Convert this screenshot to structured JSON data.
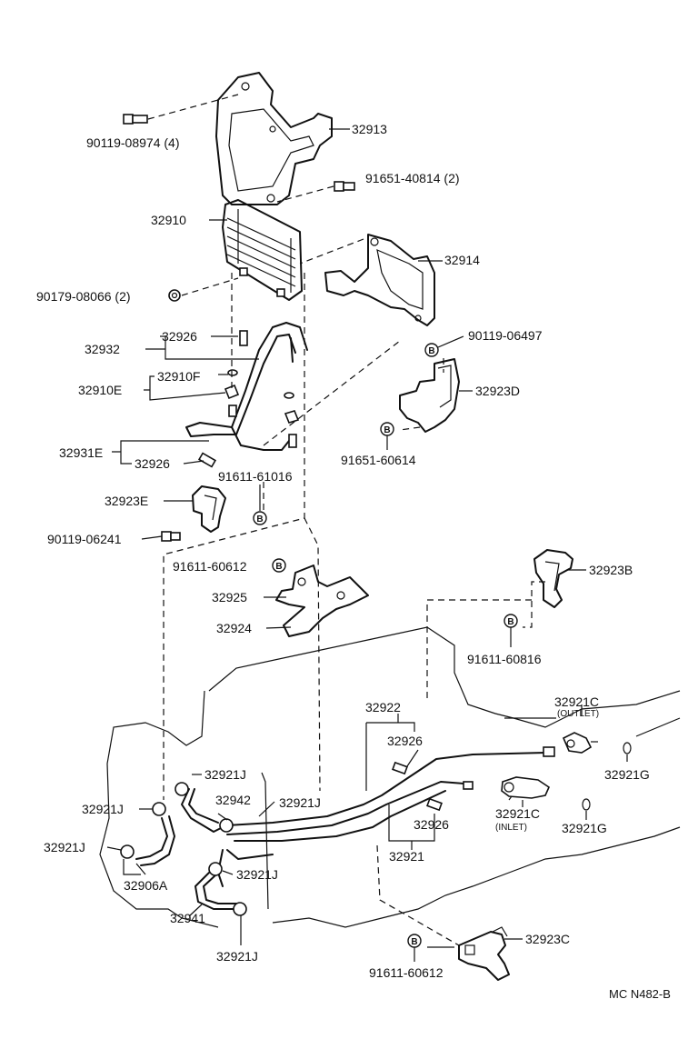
{
  "parts": {
    "p32913": "32913",
    "p90119_08974": "90119-08974 (4)",
    "p91651_40814": "91651-40814 (2)",
    "p32910": "32910",
    "p32914": "32914",
    "p90179_08066": "90179-08066 (2)",
    "p32926_a": "32926",
    "p32932": "32932",
    "p90119_06497": "90119-06497",
    "p32910F": "32910F",
    "p32910E": "32910E",
    "p32923D": "32923D",
    "p32931E": "32931E",
    "p91651_60614": "91651-60614",
    "p32926_b": "32926",
    "p91611_61016": "91611-61016",
    "p32923E": "32923E",
    "p90119_06241": "90119-06241",
    "p91611_60612_a": "91611-60612",
    "p32923B": "32923B",
    "p32925": "32925",
    "p32924": "32924",
    "p91611_60816": "91611-60816",
    "p32922": "32922",
    "p32921C_out": "32921C",
    "p32926_c": "32926",
    "p32921G_a": "32921G",
    "p32921J_a": "32921J",
    "p32921J_b": "32921J",
    "p32942": "32942",
    "p32921J_c": "32921J",
    "p32921C_in": "32921C",
    "p32926_d": "32926",
    "p32921G_b": "32921G",
    "p32921J_d": "32921J",
    "p32921": "32921",
    "p32906A": "32906A",
    "p32921J_e": "32921J",
    "p32941": "32941",
    "p32921J_f": "32921J",
    "p32923C": "32923C",
    "p91611_60612_b": "91611-60612"
  },
  "notes": {
    "outlet": "(OUTLET)",
    "inlet": "(INLET)"
  },
  "marker": "B",
  "reference": "MC N482-B"
}
